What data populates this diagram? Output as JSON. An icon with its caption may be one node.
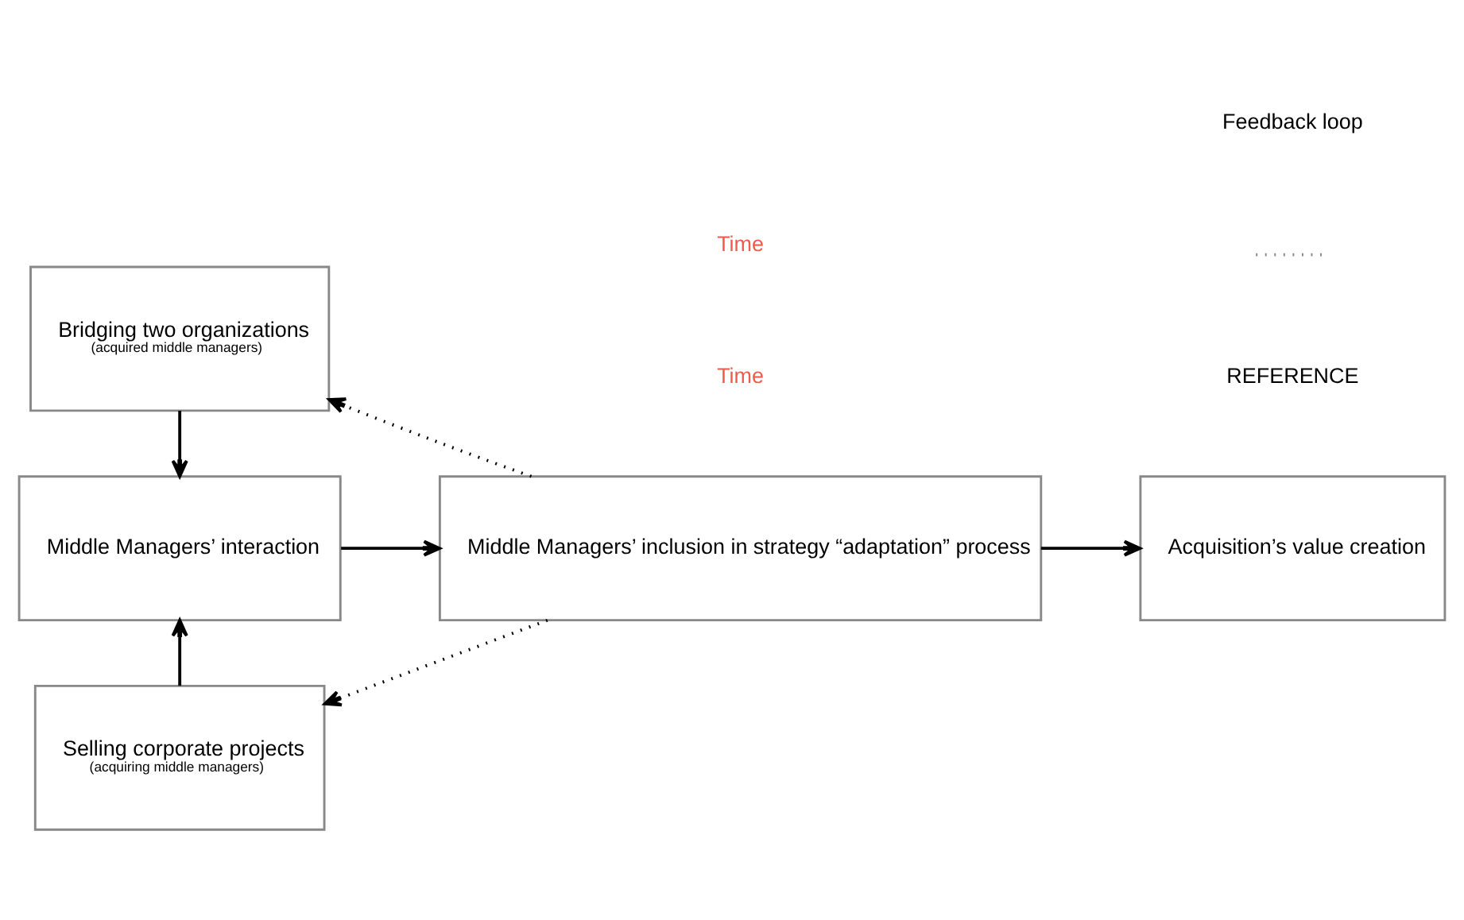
{
  "diagram": {
    "nodes": [
      {
        "text": [
          "Bridging two organizations",
          "(acquired middle managers)"
        ]
      },
      {
        "text": [
          "Middle Managers’ interaction"
        ]
      },
      {
        "text": [
          "Middle Managers’ inclusion in strategy “adaptation” process"
        ]
      },
      {
        "text": [
          "Acquisition’s value creation"
        ]
      },
      {
        "text": [
          "Selling corporate projects",
          "(acquiring middle managers)"
        ]
      }
    ],
    "edges": [
      {
        "from": 0,
        "to": 1,
        "arrow": "to"
      },
      {
        "from": 1,
        "to": 2,
        "arrow": "to"
      },
      {
        "from": 2,
        "to": 3,
        "arrow": "to"
      },
      {
        "from": 4,
        "to": 1,
        "arrow": "to"
      },
      {
        "from": 2,
        "to": 0,
        "arrow": "to",
        "style": "dashed"
      },
      {
        "from": 2,
        "to": 4,
        "arrow": "to",
        "style": "dashed"
      }
    ],
    "labels": [
      "Time",
      "Time",
      "REFERENCE"
    ],
    "legend": [
      {
        "text": "Feedback loop"
      }
    ]
  }
}
